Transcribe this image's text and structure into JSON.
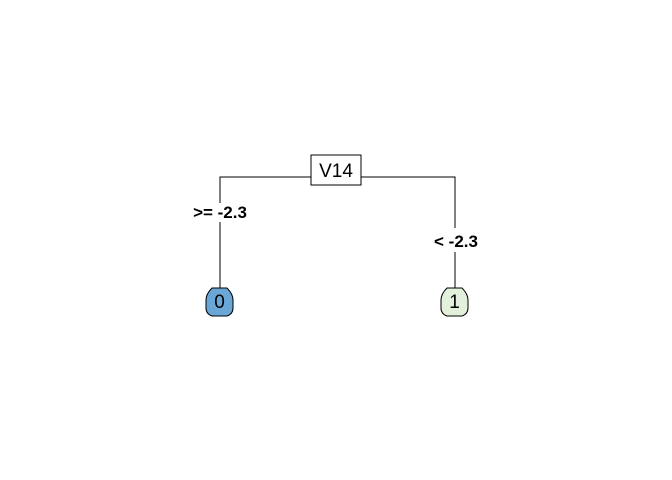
{
  "tree": {
    "root": {
      "label": "V14"
    },
    "branches": [
      {
        "label": ">= -2.3"
      },
      {
        "label": "< -2.3"
      }
    ],
    "leaves": [
      {
        "label": "0",
        "fill": "#6aa6d6"
      },
      {
        "label": "1",
        "fill": "#e3f0dc"
      }
    ]
  }
}
